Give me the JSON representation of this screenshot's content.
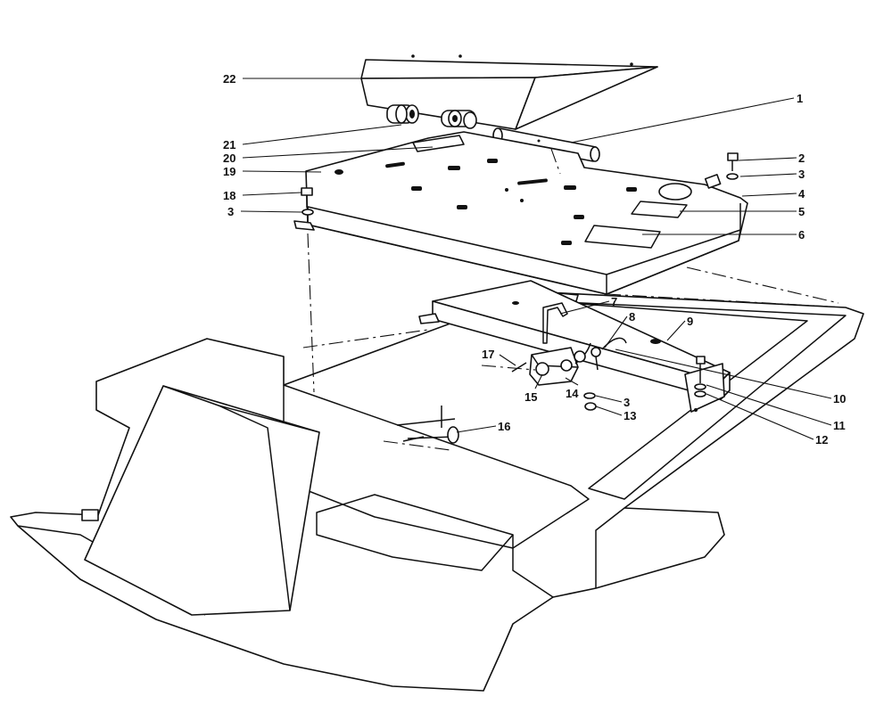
{
  "callouts": [
    {
      "id": "c1",
      "text": "1"
    },
    {
      "id": "c2",
      "text": "2"
    },
    {
      "id": "c3a",
      "text": "3"
    },
    {
      "id": "c3b",
      "text": "3"
    },
    {
      "id": "c3c",
      "text": "3"
    },
    {
      "id": "c4",
      "text": "4"
    },
    {
      "id": "c5",
      "text": "5"
    },
    {
      "id": "c6",
      "text": "6"
    },
    {
      "id": "c7",
      "text": "7"
    },
    {
      "id": "c8",
      "text": "8"
    },
    {
      "id": "c9",
      "text": "9"
    },
    {
      "id": "c10",
      "text": "10"
    },
    {
      "id": "c11",
      "text": "11"
    },
    {
      "id": "c12",
      "text": "12"
    },
    {
      "id": "c13",
      "text": "13"
    },
    {
      "id": "c14",
      "text": "14"
    },
    {
      "id": "c15",
      "text": "15"
    },
    {
      "id": "c16",
      "text": "16"
    },
    {
      "id": "c17",
      "text": "17"
    },
    {
      "id": "c18",
      "text": "18"
    },
    {
      "id": "c19",
      "text": "19"
    },
    {
      "id": "c20",
      "text": "20"
    },
    {
      "id": "c21",
      "text": "21"
    },
    {
      "id": "c22",
      "text": "22"
    }
  ],
  "stroke_color": "#111111",
  "background_color": "#ffffff"
}
